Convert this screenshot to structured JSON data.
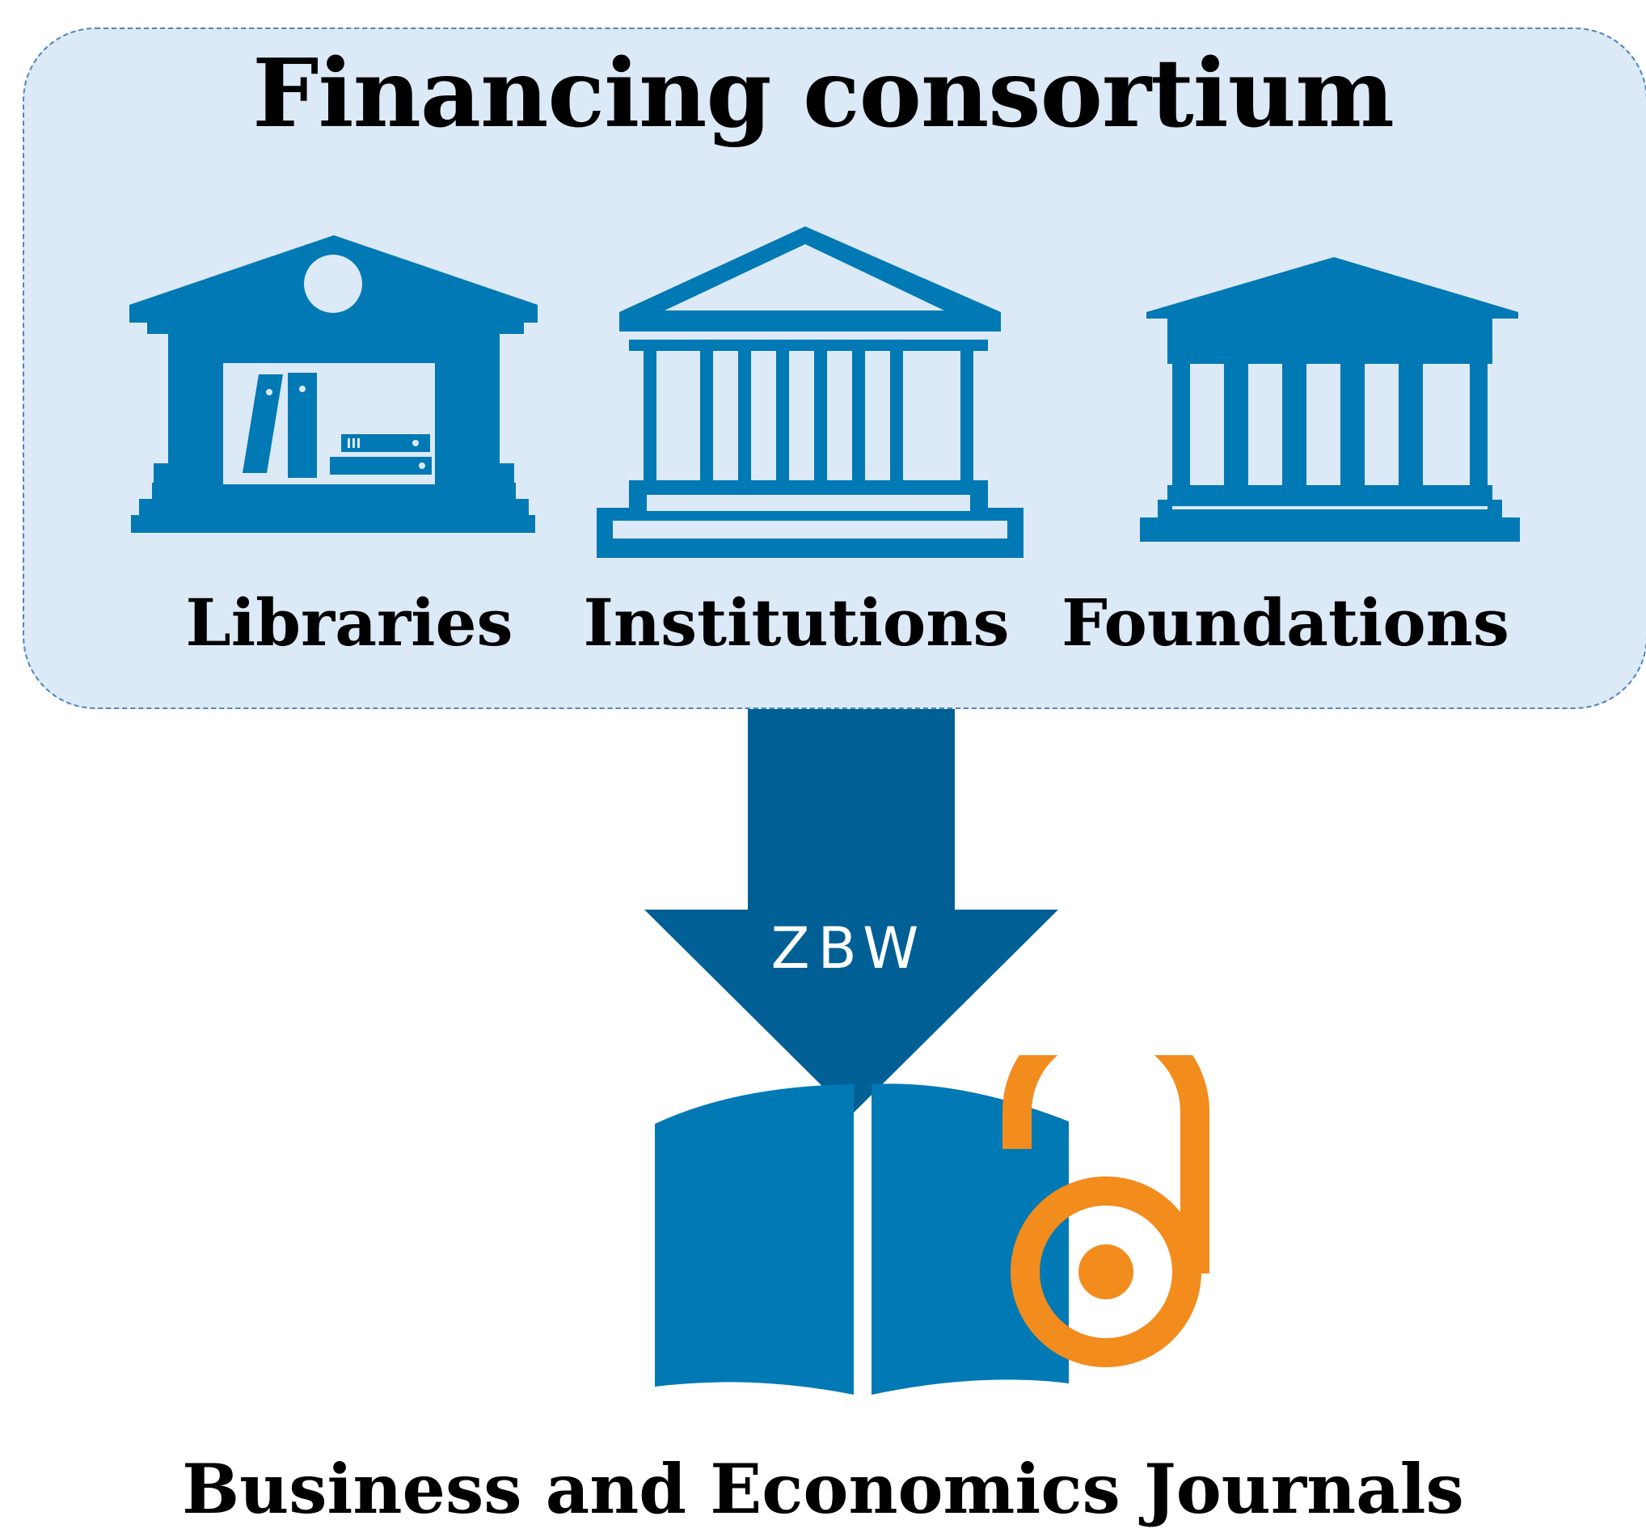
{
  "title": "Financing consortium",
  "members": [
    {
      "label": "Libraries",
      "icon": "library-building-icon"
    },
    {
      "label": "Institutions",
      "icon": "institution-building-icon"
    },
    {
      "label": "Foundations",
      "icon": "foundation-building-icon"
    }
  ],
  "arrow_label": "ZBW",
  "result_icon": "open-access-book-icon",
  "result_label": "Business and Economics Journals",
  "colors": {
    "icon_blue": "#0079b4",
    "arrow_blue": "#005f94",
    "box_fill": "#dce9f6",
    "box_border": "#4f86b6",
    "open_access_orange": "#f28c1d"
  }
}
